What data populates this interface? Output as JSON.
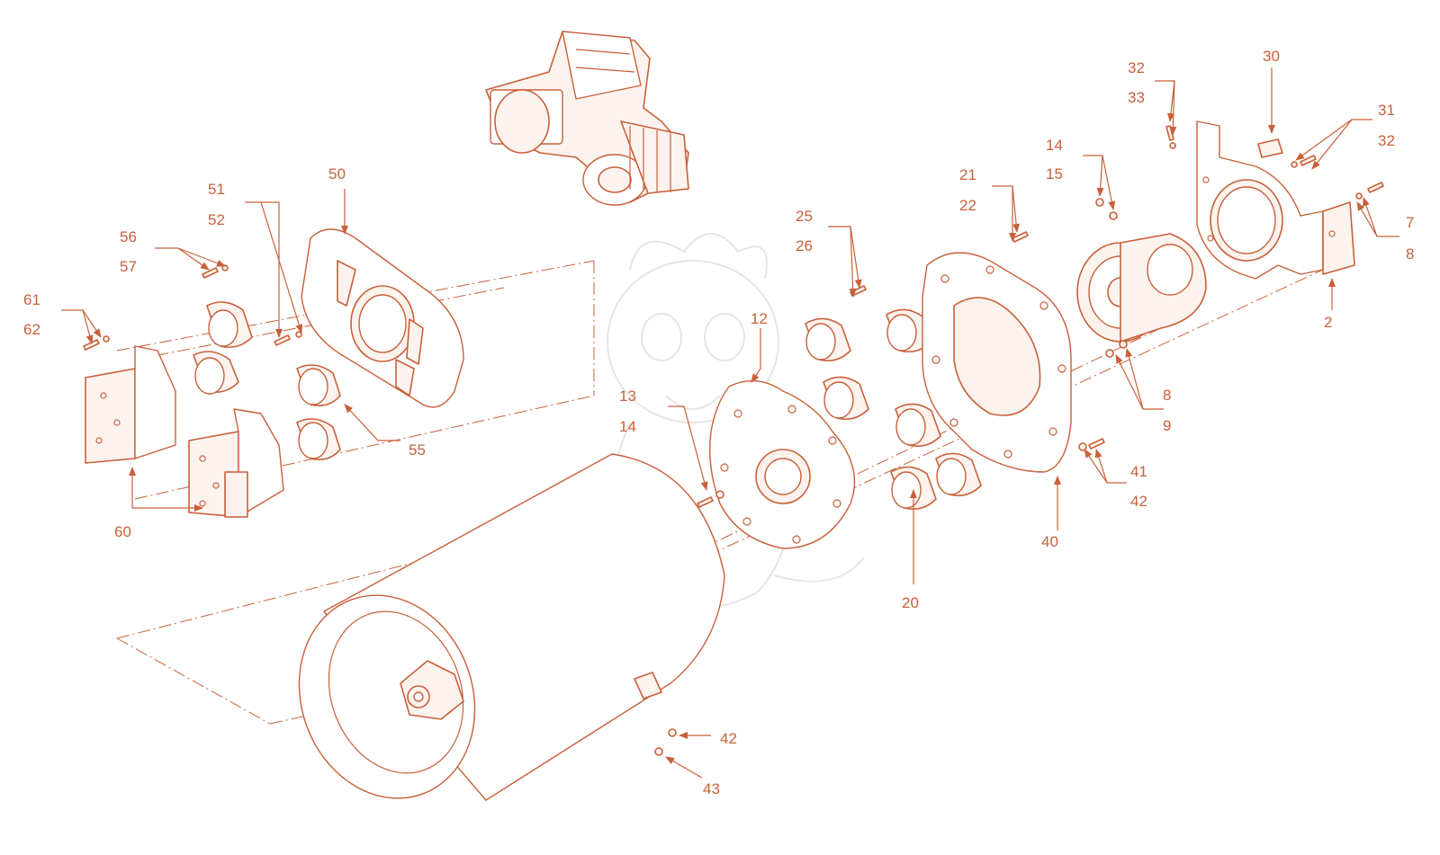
{
  "diagram": {
    "accent_color": "#c8603a",
    "labels": [
      {
        "id": "lbl-50",
        "text": "50"
      },
      {
        "id": "lbl-51",
        "text": "51"
      },
      {
        "id": "lbl-52",
        "text": "52"
      },
      {
        "id": "lbl-56",
        "text": "56"
      },
      {
        "id": "lbl-57",
        "text": "57"
      },
      {
        "id": "lbl-61",
        "text": "61"
      },
      {
        "id": "lbl-62",
        "text": "62"
      },
      {
        "id": "lbl-55",
        "text": "55"
      },
      {
        "id": "lbl-60",
        "text": "60"
      },
      {
        "id": "lbl-12",
        "text": "12"
      },
      {
        "id": "lbl-13",
        "text": "13"
      },
      {
        "id": "lbl-14a",
        "text": "14"
      },
      {
        "id": "lbl-25",
        "text": "25"
      },
      {
        "id": "lbl-26",
        "text": "26"
      },
      {
        "id": "lbl-21",
        "text": "21"
      },
      {
        "id": "lbl-22",
        "text": "22"
      },
      {
        "id": "lbl-14b",
        "text": "14"
      },
      {
        "id": "lbl-15",
        "text": "15"
      },
      {
        "id": "lbl-32a",
        "text": "32"
      },
      {
        "id": "lbl-33",
        "text": "33"
      },
      {
        "id": "lbl-30",
        "text": "30"
      },
      {
        "id": "lbl-31",
        "text": "31"
      },
      {
        "id": "lbl-32b",
        "text": "32"
      },
      {
        "id": "lbl-7",
        "text": "7"
      },
      {
        "id": "lbl-8a",
        "text": "8"
      },
      {
        "id": "lbl-2",
        "text": "2"
      },
      {
        "id": "lbl-8b",
        "text": "8"
      },
      {
        "id": "lbl-9",
        "text": "9"
      },
      {
        "id": "lbl-41",
        "text": "41"
      },
      {
        "id": "lbl-42a",
        "text": "42"
      },
      {
        "id": "lbl-40",
        "text": "40"
      },
      {
        "id": "lbl-20",
        "text": "20"
      },
      {
        "id": "lbl-42b",
        "text": "42"
      },
      {
        "id": "lbl-43",
        "text": "43"
      }
    ]
  }
}
